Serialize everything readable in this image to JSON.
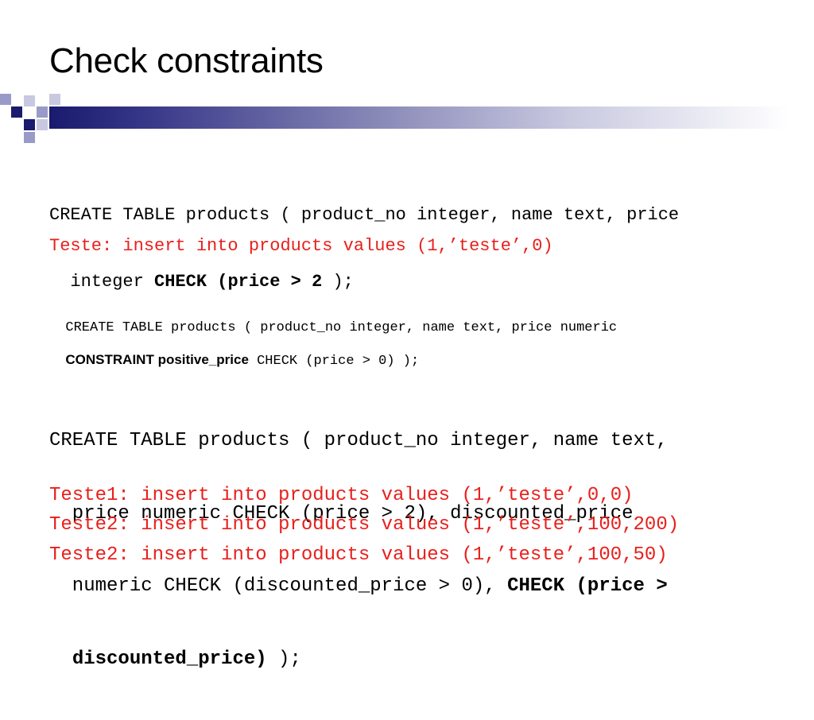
{
  "slide": {
    "title": "Check constraints"
  },
  "blocks": {
    "b1": {
      "line1": "CREATE TABLE products ( product_no integer, name text, price",
      "line2_pre": "  integer ",
      "line2_bold": "CHECK (price > 2",
      "line2_post": " );"
    },
    "t1": "Teste: insert into products values (1,’teste’,0)",
    "b2": {
      "line1": "  CREATE TABLE products ( product_no integer, name text, price numeric",
      "line2_pre": "  ",
      "line2_bold": "CONSTRAINT positive_price",
      "line2_post": " CHECK (price > 0) );"
    },
    "b3": {
      "line1": "CREATE TABLE products ( product_no integer, name text,",
      "line2": "  price numeric CHECK (price > 2), discounted_price",
      "line3_pre": "  numeric CHECK (discounted_price > 0), ",
      "line3_bold": "CHECK (price >",
      "line4_pre": "  ",
      "line4_bold": "discounted_price)",
      "line4_post": " );"
    },
    "t2": "Teste1: insert into products values (1,’teste’,0,0)",
    "t3": "Teste2: insert into products values (1,’teste’,100,200)",
    "t4": "Teste2: insert into products values (1,’teste’,100,50)"
  },
  "colors": {
    "accent_red": "#e8201c",
    "bar_dark": "#1a1a6e",
    "square_light": "#9a9ac8"
  }
}
